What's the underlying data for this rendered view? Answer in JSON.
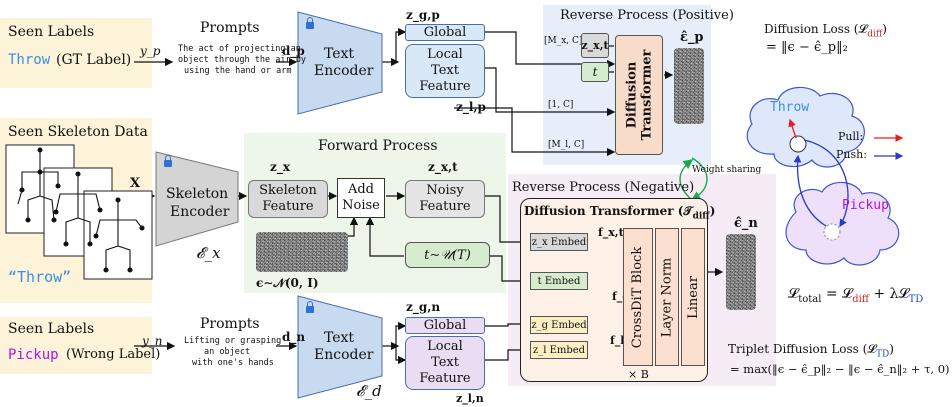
{
  "seen_labels_top": {
    "title": "Seen Labels",
    "label": "Throw",
    "suffix": "(GT Label)",
    "y_sym": "y_p"
  },
  "prompts_top": {
    "title": "Prompts",
    "text_l1": "The act of projecting an",
    "text_l2": "object through the air by",
    "text_l3": "using the hand or arm",
    "d_sym": "d_p"
  },
  "text_encoder_top": {
    "label_l1": "Text",
    "label_l2": "Encoder"
  },
  "feat_top": {
    "zg": "z_g,p",
    "global": "Global",
    "local_l1": "Local",
    "local_l2": "Text",
    "local_l3": "Feature",
    "zl": "z_l,p"
  },
  "reverse_pos": {
    "title": "Reverse Process (Positive)",
    "mx": "[M_x, C]",
    "zxt": "z_x,t",
    "t": "t",
    "one_c": "[1, C]",
    "ml": "[M_l, C]",
    "dt_l1": "Diffusion",
    "dt_l2": "Transformer",
    "eps": "ε̂_p"
  },
  "diffusion_loss": {
    "title": "Diffusion Loss (𝓛",
    "sub": "diff",
    "close": ")",
    "eq": "= ‖ϵ − ϵ̂_p‖₂"
  },
  "skeleton": {
    "title": "Seen Skeleton Data",
    "x_sym": "X",
    "quote": "“Throw”"
  },
  "skel_encoder": {
    "label_l1": "Skeleton",
    "label_l2": "Encoder",
    "sym": "𝓔_x"
  },
  "forward": {
    "title": "Forward Process",
    "zx": "z_x",
    "skel_feat_l1": "Skeleton",
    "skel_feat_l2": "Feature",
    "add_l1": "Add",
    "add_l2": "Noise",
    "zxt": "z_x,t",
    "noisy_l1": "Noisy",
    "noisy_l2": "Feature",
    "eps_dist": "ϵ∼𝒩(0, I)",
    "t_dist": "t∼𝒰(T)"
  },
  "weight_sharing": "Weight sharing",
  "reverse_neg": {
    "title": "Reverse Process (Negative)",
    "dt_title": "Diffusion Transformer (𝒯",
    "dt_sub": "diff",
    "dt_close": ")",
    "zx_embed": "z_x Embed",
    "fxt": "f_x,t",
    "t_embed": "t Embed",
    "fc": "f_c",
    "zg_embed": "z_g Embed",
    "zl_embed": "z_l Embed",
    "fl": "f_l",
    "crossdit": "CrossDiT Block",
    "layernorm": "Layer Norm",
    "linear": "Linear",
    "times_b": "× B",
    "eps": "ϵ̂_n"
  },
  "embed_space": {
    "throw": "Throw",
    "pickup": "Pickup",
    "pull": "Pull:",
    "push": "Push:"
  },
  "total_loss": {
    "lhs": "𝓛",
    "lhs_sub": "total",
    "eq": "= 𝓛",
    "diff_sub": "diff",
    "plus": " + λ𝓛",
    "td_sub": "TD"
  },
  "seen_labels_bot": {
    "title": "Seen Labels",
    "label": "Pickup",
    "suffix": "(Wrong Label)",
    "y_sym": "y_n"
  },
  "prompts_bot": {
    "title": "Prompts",
    "text_l1": "Lifting or grasping",
    "text_l2": "an object",
    "text_l3": "with one's hands",
    "d_sym": "d_n"
  },
  "text_encoder_bot": {
    "label_l1": "Text",
    "label_l2": "Encoder",
    "sym": "𝓔_d"
  },
  "feat_bot": {
    "zg": "z_g,n",
    "global": "Global",
    "local_l1": "Local",
    "local_l2": "Text",
    "local_l3": "Feature",
    "zl": "z_l,n"
  },
  "triplet_loss": {
    "title": "Triplet Diffusion Loss (𝓛",
    "sub": "TD",
    "close": ")",
    "eq": "= max(‖ϵ − ϵ̂_p‖₂ − ‖ϵ − ϵ̂_n‖₂ + τ, 0)"
  },
  "colors": {
    "cream": "#fdf3d8",
    "blue_panel": "#e6eef9",
    "green_panel": "#eef6ea",
    "pink_panel": "#f6ecf6",
    "encoder": "#c8daf0",
    "global_feat": "#d9e8f7",
    "neg_feat": "#eadcf3",
    "gray_box": "#d9d9d9",
    "red_head": "#f6dcc9",
    "green_box": "#d6ecce",
    "yellow_box": "#fbefc3",
    "throw": "#3a8ee6",
    "pickup": "#b312e8",
    "red": "#e02020",
    "blue": "#2b39c8",
    "td": "#1f49c9"
  }
}
